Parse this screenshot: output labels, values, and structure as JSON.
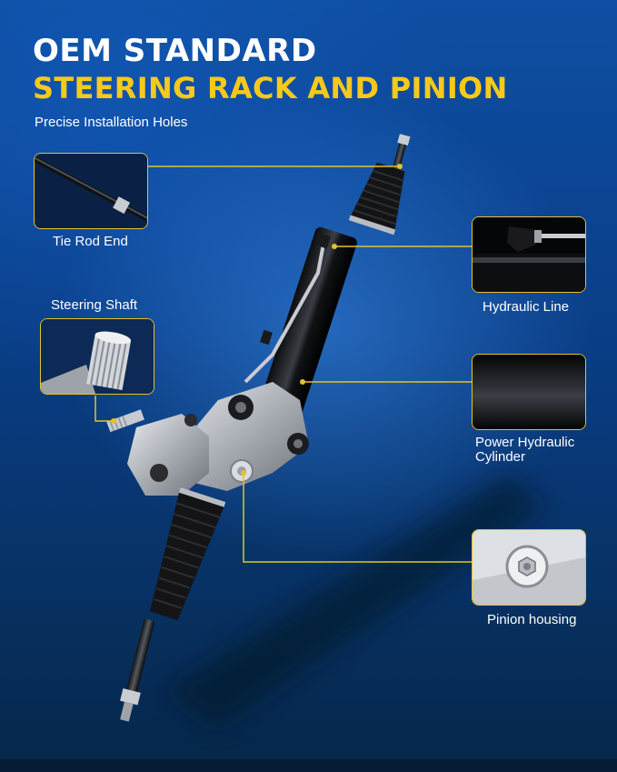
{
  "header": {
    "title_line1": "OEM STANDARD",
    "title_line2": "STEERING RACK AND PINION",
    "subtitle": "Precise Installation Holes"
  },
  "callouts": {
    "tie_rod_end": "Tie Rod End",
    "steering_shaft": "Steering Shaft",
    "hydraulic_line": "Hydraulic Line",
    "power_cylinder": "Power Hydraulic Cylinder",
    "pinion_housing": "Pinion housing"
  },
  "colors": {
    "accent_yellow": "#f7c91a",
    "callout_border": "#e3c32a",
    "background_blue": "#0a3d86"
  }
}
